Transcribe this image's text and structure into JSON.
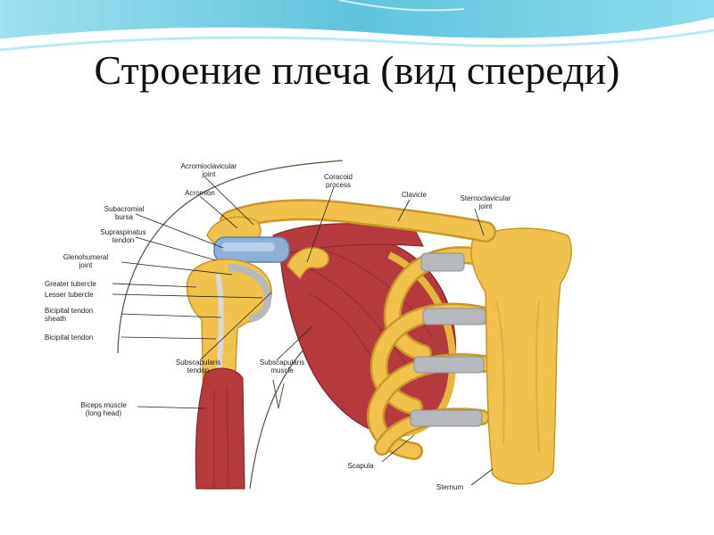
{
  "slide": {
    "title": "Строение плеча (вид спереди)"
  },
  "diagram": {
    "labels": {
      "acromioclavicular_joint": "Acromioclavicular\njoint",
      "acromion": "Acromion",
      "coracoid_process": "Coracoid\nprocess",
      "clavicle": "Clavicle",
      "sternoclavicular_joint": "Sternoclavicular\njoint",
      "subacromial_bursa": "Subacromial\nbursa",
      "supraspinatus_tendon": "Supraspinatus\ntendon",
      "glenohumeral_joint": "Glenohumeral\njoint",
      "greater_tubercle": "Greater tubercle",
      "lesser_tubercle": "Lesser tubercle",
      "bicipital_tendon_sheath": "Bicipital tendon\nsheath",
      "bicipital_tendon": "Bicipital tendon",
      "subscapularis_tendon": "Subscapularis\ntendon",
      "subscapularis_muscle": "Subscapularis\nmuscle",
      "biceps_muscle": "Biceps muscle\n(long head)",
      "scapula": "Scapula",
      "sternum": "Sternum"
    }
  },
  "colors": {
    "bone": "#f0c24c",
    "bone_dark": "#c9962a",
    "muscle": "#b43a3e",
    "cartilage": "#b5b8bc",
    "bursa": "#8fb0d6",
    "wave": "#7fd3e8"
  }
}
